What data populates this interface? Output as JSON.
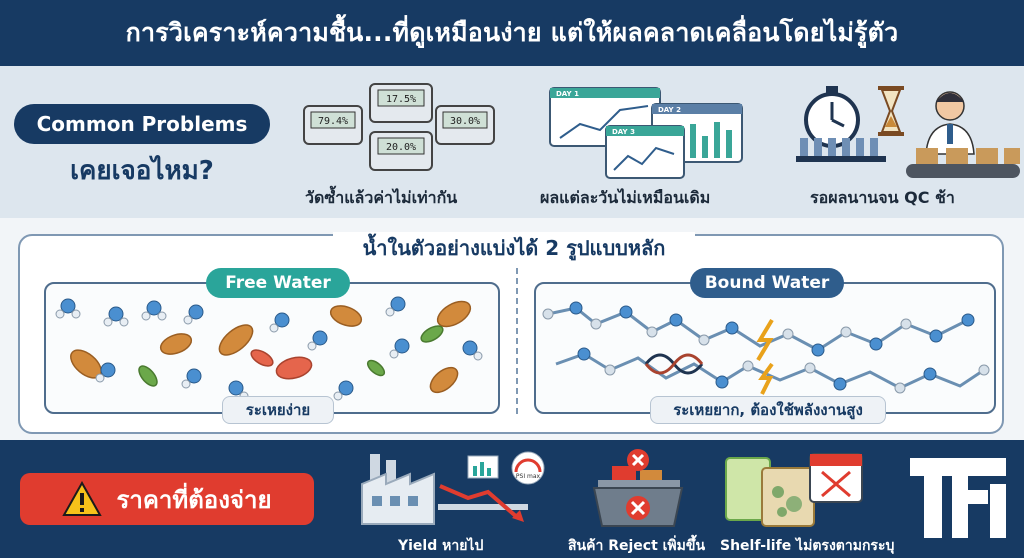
{
  "title": "การวิเคราะห์ความชื้น...ที่ดูเหมือนง่าย แต่ให้ผลคลาดเคลื่อนโดยไม่รู้ตัว",
  "problems": {
    "pill_label": "Common Problems",
    "subtitle": "เคยเจอไหม?",
    "meter_readings": [
      "17.5%",
      "79.4%",
      "30.0%",
      "20.0%"
    ],
    "day_labels": [
      "DAY 1",
      "DAY 2",
      "DAY 3"
    ],
    "items": [
      {
        "caption": "วัดซ้ำแล้วค่าไม่เท่ากัน",
        "icon": "moisture-meters-icon"
      },
      {
        "caption": "ผลแต่ละวันไม่เหมือนเดิม",
        "icon": "daily-charts-icon"
      },
      {
        "caption": "รอผลนานจน QC ช้า",
        "icon": "qc-wait-icon"
      }
    ]
  },
  "water": {
    "title": "น้ำในตัวอย่างแบ่งได้ 2 รูปแบบหลัก",
    "free": {
      "label": "Free Water",
      "footer": "ระเหยง่าย",
      "color": "#2aa59a"
    },
    "bound": {
      "label": "Bound Water",
      "footer": "ระเหยยาก, ต้องใช้พลังงานสูง",
      "color": "#2f5d8c"
    }
  },
  "cost": {
    "label": "ราคาที่ต้องจ่าย",
    "gauge_label": "PSI max",
    "items": [
      {
        "caption": "Yield หายไป",
        "icon": "factory-yield-icon"
      },
      {
        "caption": "สินค้า Reject เพิ่มขึ้น",
        "icon": "reject-bin-icon"
      },
      {
        "caption": "Shelf-life ไม่ตรงตามกระบุ",
        "icon": "shelf-life-icon"
      }
    ],
    "logo_icon": "tfi-logo-icon"
  },
  "colors": {
    "navy": "#173a63",
    "teal": "#2aa59a",
    "red": "#e03c2f",
    "light_band": "#dde6ee"
  }
}
